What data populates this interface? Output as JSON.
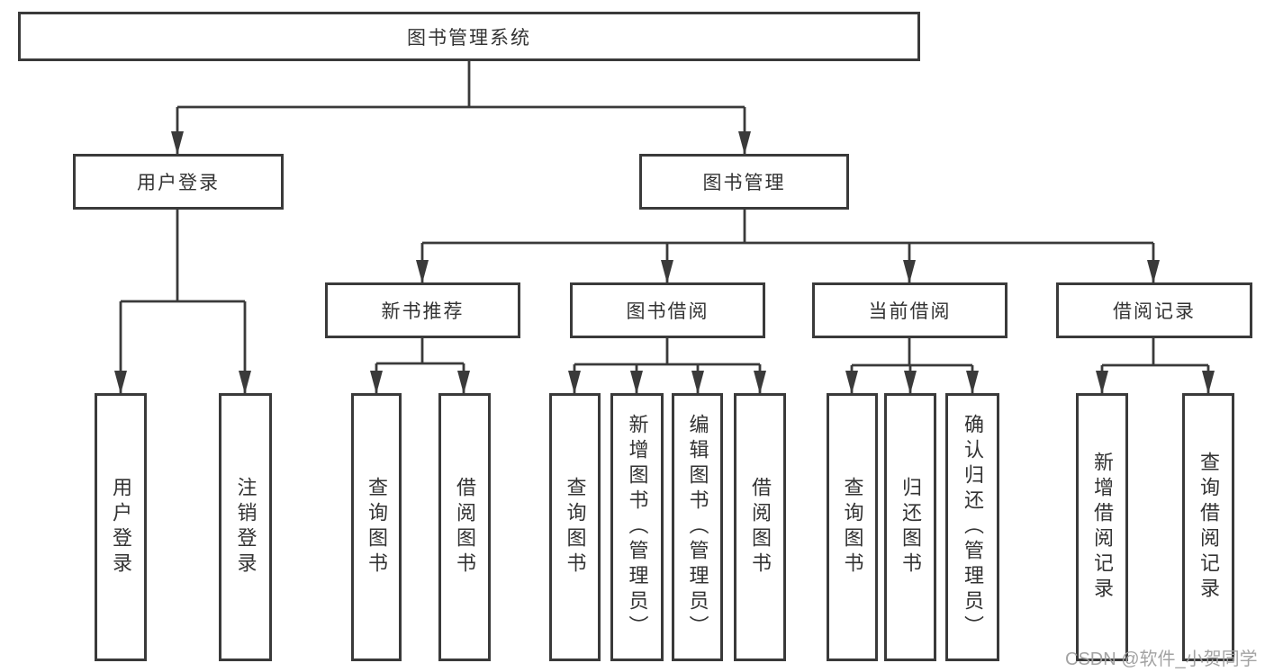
{
  "diagram": {
    "title": "图书管理系统",
    "colors": {
      "line": "#3a3a3a",
      "box_border": "#3a3a3a",
      "text": "#333333",
      "watermark": "#9e9e9e",
      "background": "#ffffff"
    }
  },
  "tree": {
    "root": {
      "label": "图书管理系统"
    },
    "level2": [
      {
        "label": "用户登录",
        "children": [
          {
            "label": "用户登录"
          },
          {
            "label": "注销登录"
          }
        ]
      },
      {
        "label": "图书管理",
        "children": [
          {
            "label": "新书推荐",
            "children": [
              {
                "label": "查询图书"
              },
              {
                "label": "借阅图书"
              }
            ]
          },
          {
            "label": "图书借阅",
            "children": [
              {
                "label": "查询图书"
              },
              {
                "label": "新增图书（管理员）"
              },
              {
                "label": "编辑图书（管理员）"
              },
              {
                "label": "借阅图书"
              }
            ]
          },
          {
            "label": "当前借阅",
            "children": [
              {
                "label": "查询图书"
              },
              {
                "label": "归还图书"
              },
              {
                "label": "确认归还（管理员）"
              }
            ]
          },
          {
            "label": "借阅记录",
            "children": [
              {
                "label": "新增借阅记录"
              },
              {
                "label": "查询借阅记录"
              }
            ]
          }
        ]
      }
    ]
  },
  "watermark": {
    "text": "CSDN @软件_小贺同学"
  }
}
